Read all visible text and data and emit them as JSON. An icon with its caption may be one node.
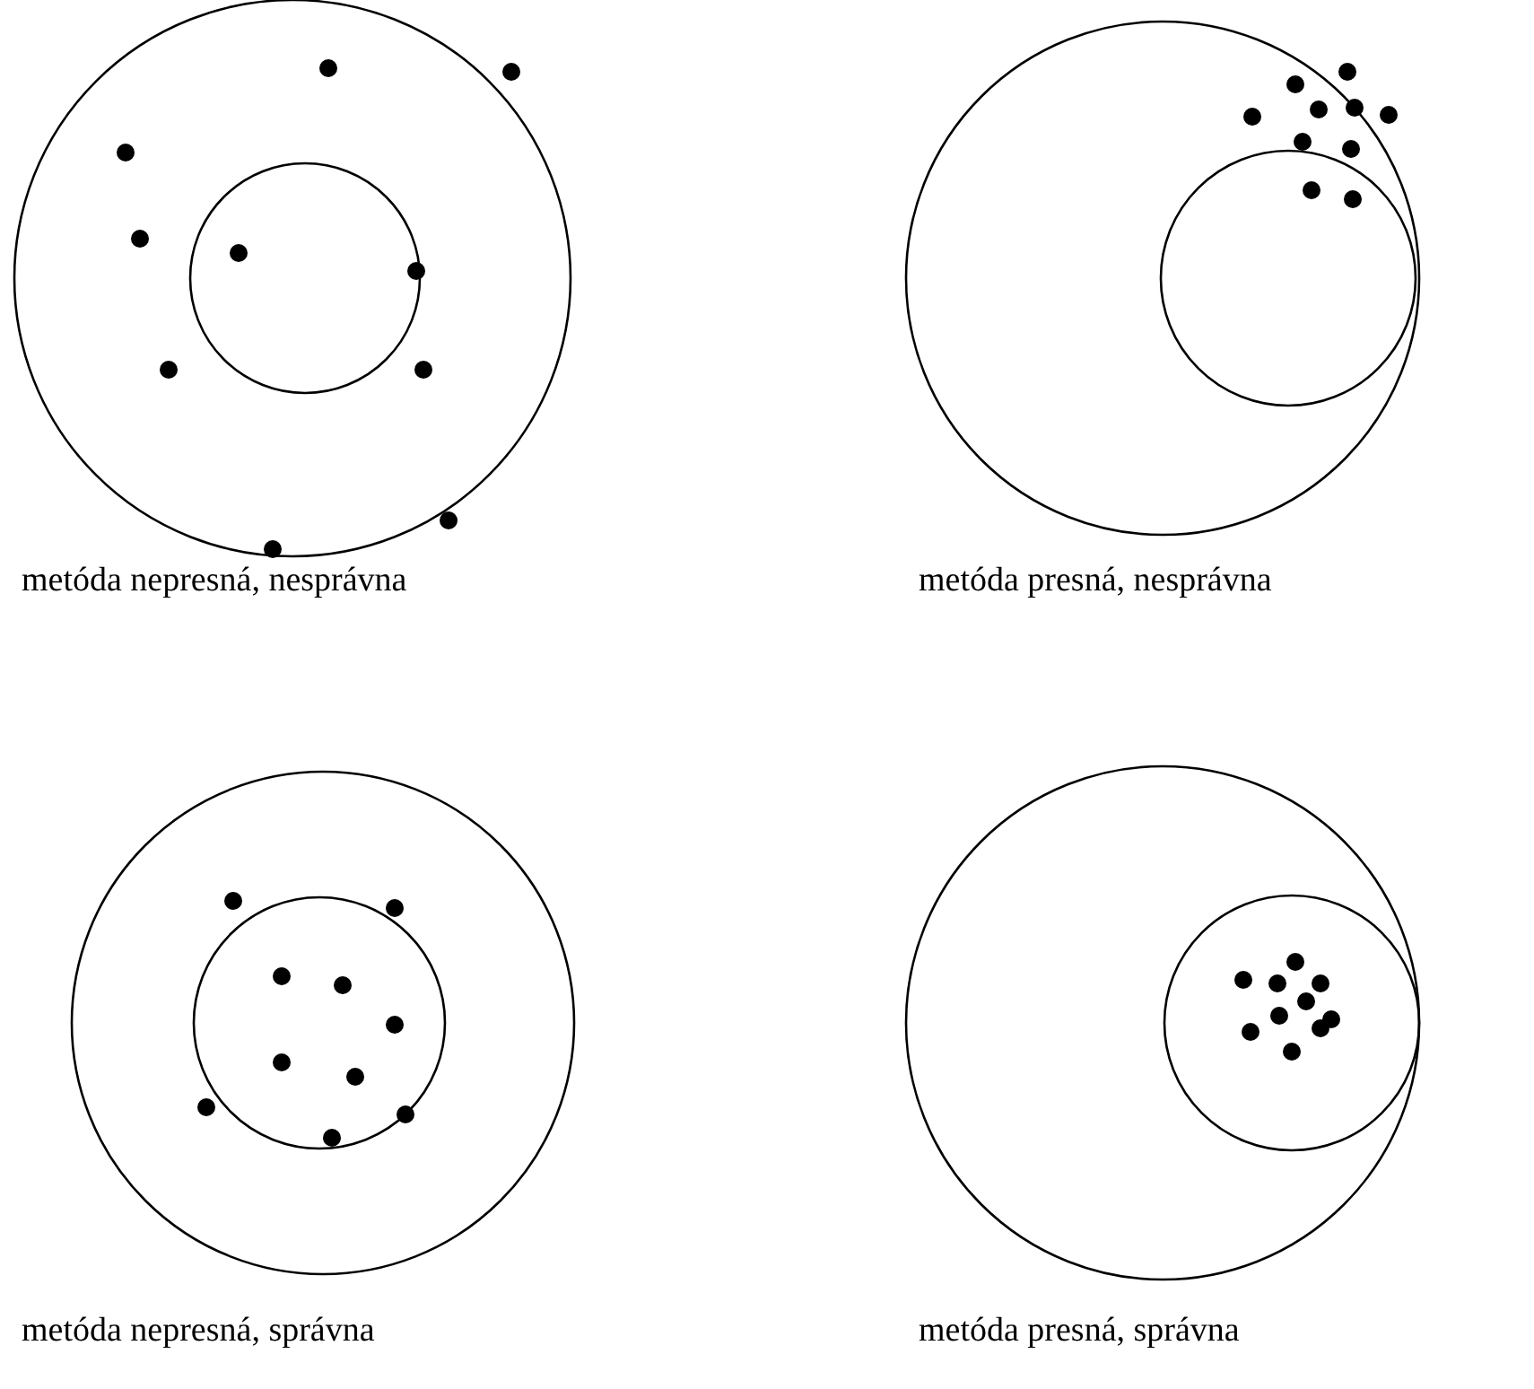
{
  "diagram": {
    "labels": [
      "metóda nepresná, nesprávna",
      "metóda presná, nesprávna",
      "metóda nepresná, správna",
      "metóda presná, správna"
    ]
  }
}
